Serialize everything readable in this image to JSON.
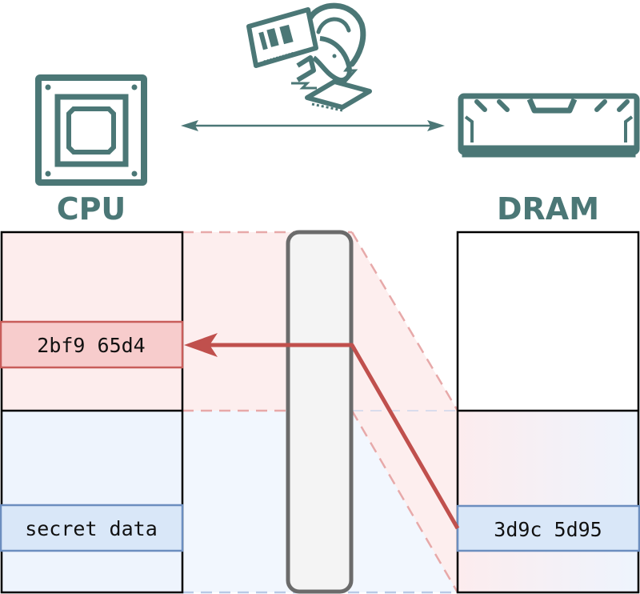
{
  "title": "Rowhammer memory corruption diagram",
  "colors": {
    "icon_teal": "#4b7776",
    "attack_red": "#c0504d",
    "red_fill": "#fdeded",
    "red_cell": "#f7cccc",
    "blue_fill": "#eef4fd",
    "blue_cell": "#d9e7f8",
    "blue_border": "#6c8ebf",
    "bus_fill": "#f4f4f4",
    "bus_border": "#6b6b6b"
  },
  "cpu": {
    "label": "CPU",
    "icon": "cpu-chip-icon",
    "cells": {
      "corrupted_value": "2bf9 65d4",
      "secret": "secret data"
    }
  },
  "dram": {
    "label": "DRAM",
    "icon": "dram-module-icon",
    "cells": {
      "value": "3d9c 5d95"
    }
  },
  "logo": {
    "icon": "rowhammer-ram-logo-icon"
  },
  "connection": {
    "icon": "bidirectional-arrow-icon"
  }
}
